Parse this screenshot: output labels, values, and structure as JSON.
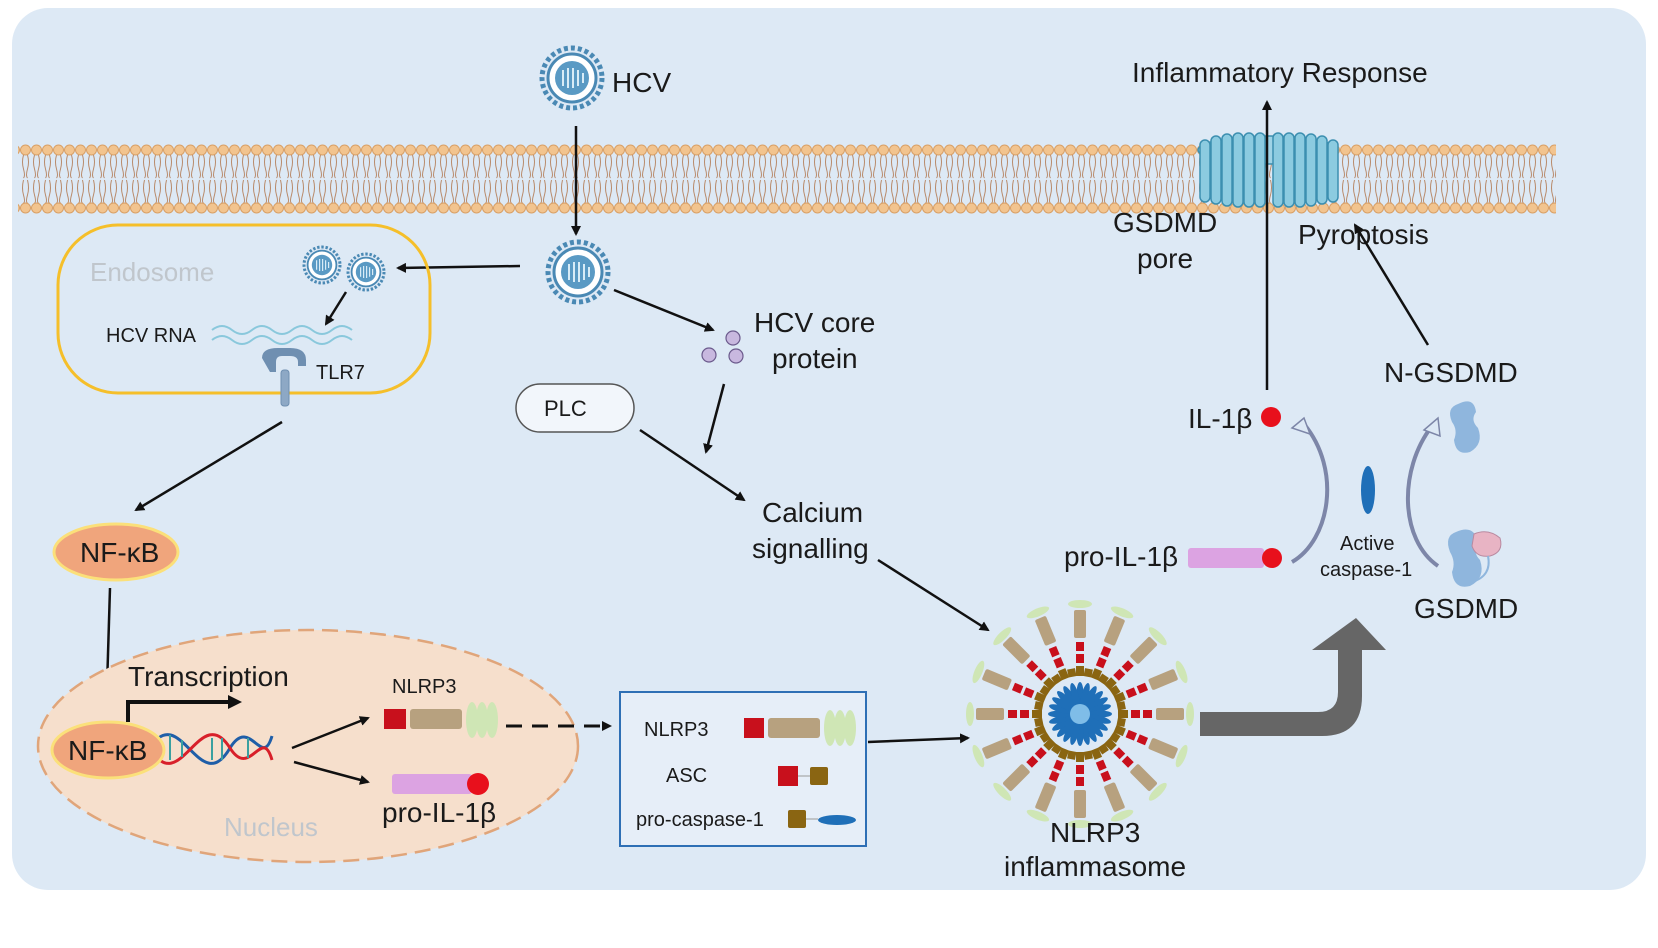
{
  "labels": {
    "hcv": "HCV",
    "inflammatory_response": "Inflammatory Response",
    "gsdmd_pore_line1": "GSDMD",
    "gsdmd_pore_line2": "pore",
    "pyroptosis": "Pyroptosis",
    "endosome": "Endosome",
    "hcv_rna": "HCV RNA",
    "tlr7": "TLR7",
    "hcv_core_line1": "HCV core",
    "hcv_core_line2": "protein",
    "plc": "PLC",
    "calcium_line1": "Calcium",
    "calcium_line2": "signalling",
    "nfkb_cytoplasm": "NF-κB",
    "nfkb_nucleus": "NF-κB",
    "transcription": "Transcription",
    "nlrp3_gene": "NLRP3",
    "pro_il1b_gene": "pro-IL-1β",
    "nucleus": "Nucleus",
    "box_nlrp3": "NLRP3",
    "box_asc": "ASC",
    "box_procaspase": "pro-caspase-1",
    "inflammasome_line1": "NLRP3",
    "inflammasome_line2": "inflammasome",
    "il1b": "IL-1β",
    "pro_il1b": "pro-IL-1β",
    "active_casp_line1": "Active",
    "active_casp_line2": "caspase-1",
    "n_gsdmd": "N-GSDMD",
    "gsdmd": "GSDMD"
  },
  "colors": {
    "background": "#dde9f5",
    "membrane_head": "#f2c48f",
    "endosome_border": "#f5bf2a",
    "nucleus_fill": "#f6dfcc",
    "nucleus_border": "#e0a57a",
    "nfkb_fill": "#f0a57c",
    "nfkb_border": "#fbe07a",
    "virus_blue": "#4a89b4",
    "il1b_red": "#e8101c",
    "pro_il1b_pink": "#dca3e2",
    "nlrp3_red": "#c8101c",
    "nlrp3_tan": "#b7a17f",
    "nlrp3_green": "#cfe6b5",
    "asc_brown": "#8a6512",
    "caspase_blue": "#1f6fb8",
    "pore_blue": "#8ccbe0",
    "box_border": "#2e6fb5",
    "big_arrow": "#666666"
  }
}
